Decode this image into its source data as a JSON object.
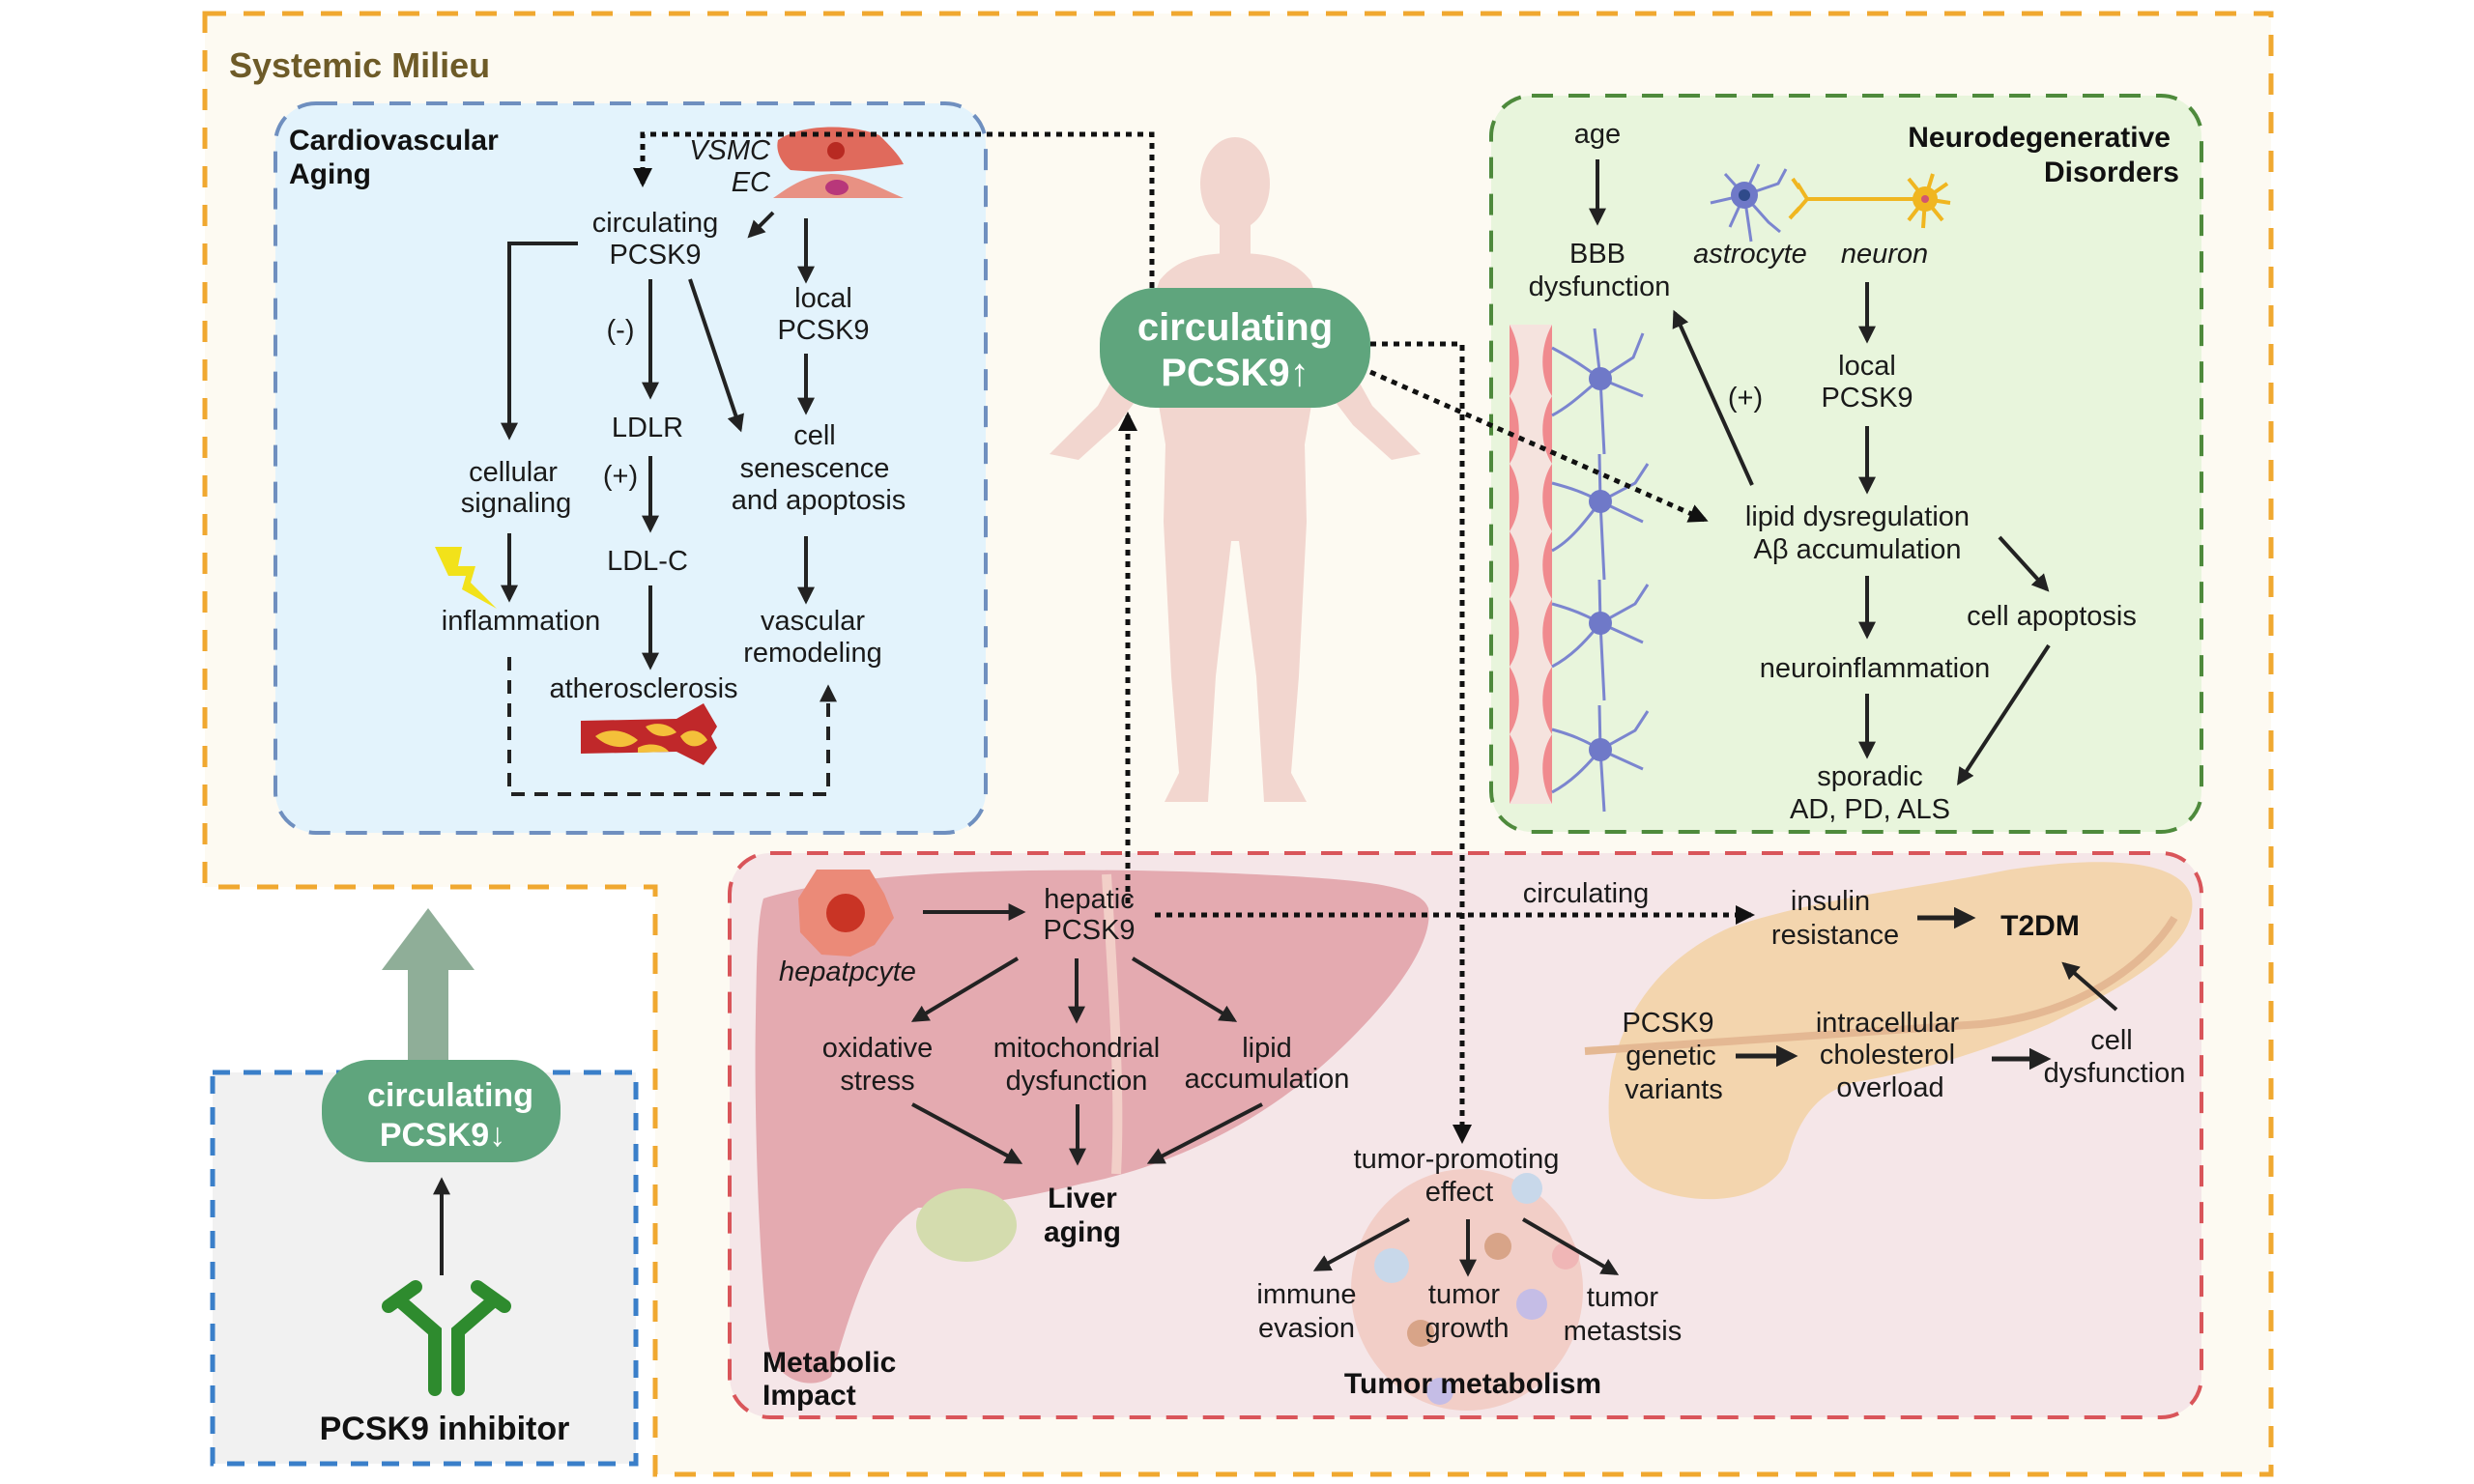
{
  "colors": {
    "milieu_border": "#f0a830",
    "milieu_bg": "#fdfaf2",
    "cv_border": "#6f8fbf",
    "cv_bg": "#e3f3fc",
    "neuro_border": "#4e8a3c",
    "neuro_bg": "#e8f5dc",
    "metabolic_border": "#d9555a",
    "metabolic_bg": "#f5e6e8",
    "inhibitor_border": "#3a7fc9",
    "inhibitor_bg": "#f1f1f1",
    "pill_green": "#5fa57d",
    "arrow_green": "#8fae98",
    "antibody_green": "#2e8b2e"
  },
  "systemic": {
    "title": "Systemic Milieu"
  },
  "center": {
    "pill_line1": "circulating",
    "pill_line2": "PCSK9↑",
    "icon": "human-body-icon"
  },
  "cardiovascular": {
    "title_line1": "Cardiovascular",
    "title_line2": "Aging",
    "vsmc": "VSMC",
    "ec": "EC",
    "circ_line1": "circulating",
    "circ_line2": "PCSK9",
    "local_line1": "local",
    "local_line2": "PCSK9",
    "minus": "(-)",
    "plus": "(+)",
    "ldlr": "LDLR",
    "ldlc": "LDL-C",
    "cellular_line1": "cellular",
    "cellular_line2": "signaling",
    "inflammation": "inflammation",
    "cell_line1": "cell",
    "cell_line2": "senescence",
    "cell_line3": "and apoptosis",
    "vascular_line1": "vascular",
    "vascular_line2": "remodeling",
    "atherosclerosis": "atherosclerosis"
  },
  "neuro": {
    "title_line1": "Neurodegenerative",
    "title_line2": "Disorders",
    "age": "age",
    "bbb_line1": "BBB",
    "bbb_line2": "dysfunction",
    "astrocyte": "astrocyte",
    "neuron": "neuron",
    "local_line1": "local",
    "local_line2": "PCSK9",
    "plus": "(+)",
    "lipid_line1": "lipid dysregulation",
    "lipid_line2": "Aβ accumulation",
    "cell_apoptosis": "cell apoptosis",
    "neuroinflammation": "neuroinflammation",
    "sporadic_line1": "sporadic",
    "sporadic_line2": "AD, PD, ALS"
  },
  "metabolic": {
    "title_line1": "Metabolic",
    "title_line2": "Impact",
    "hepatocyte": "hepatpcyte",
    "hepatic_line1": "hepatic",
    "hepatic_line2": "PCSK9",
    "circulating": "circulating",
    "oxidative_line1": "oxidative",
    "oxidative_line2": "stress",
    "mito_line1": "mitochondrial",
    "mito_line2": "dysfunction",
    "lipid_line1": "lipid",
    "lipid_line2": "accumulation",
    "liver_line1": "Liver",
    "liver_line2": "aging",
    "insulin_line1": "insulin",
    "insulin_line2": "resistance",
    "t2dm": "T2DM",
    "variants_line1": "PCSK9",
    "variants_line2": "genetic",
    "variants_line3": "variants",
    "chol_line1": "intracellular",
    "chol_line2": "cholesterol",
    "chol_line3": "overload",
    "celldys_line1": "cell",
    "celldys_line2": "dysfunction",
    "tumor_effect_line1": "tumor-promoting",
    "tumor_effect_line2": "effect",
    "immune_line1": "immune",
    "immune_line2": "evasion",
    "growth_line1": "tumor",
    "growth_line2": "growth",
    "metastasis_line1": "tumor",
    "metastasis_line2": "metastsis",
    "tumor_title": "Tumor metabolism"
  },
  "inhibitor": {
    "pill_line1": "circulating",
    "pill_line2": "PCSK9↓",
    "label": "PCSK9 inhibitor"
  }
}
